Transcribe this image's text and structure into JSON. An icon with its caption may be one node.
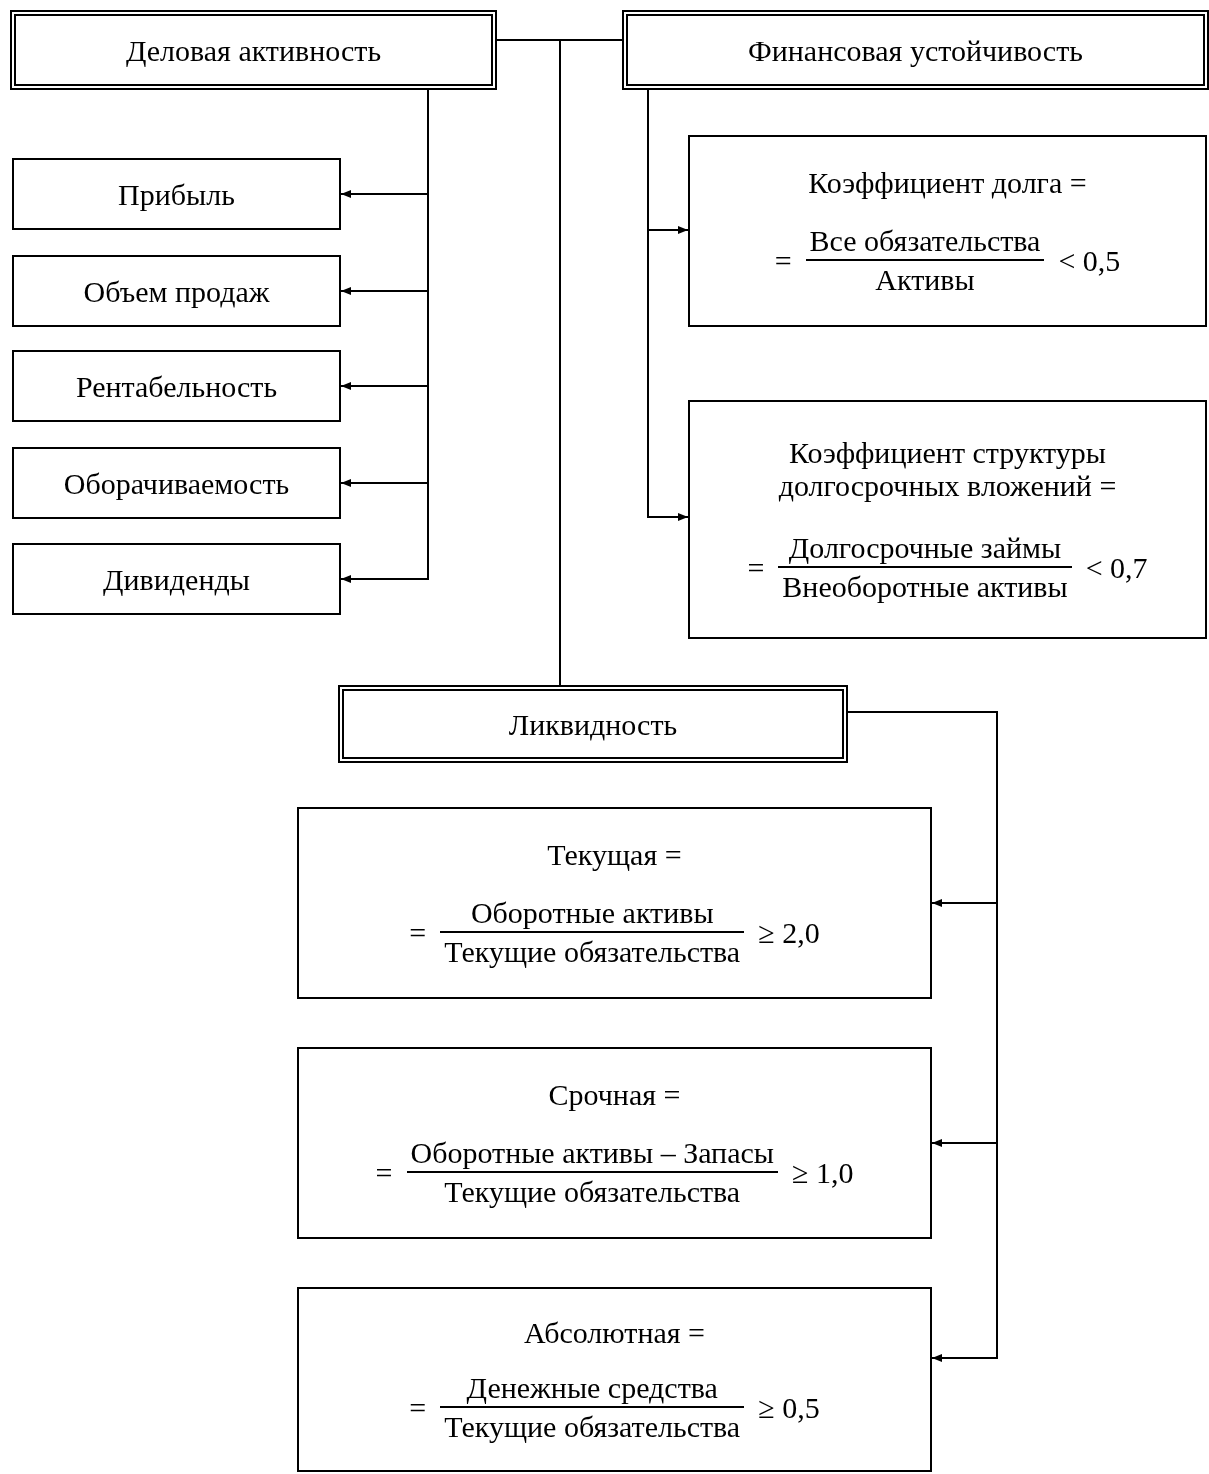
{
  "diagram": {
    "nodes": [
      {
        "text": [
          "Деловая активность"
        ]
      },
      {
        "text": [
          "Финансовая устойчивость"
        ]
      },
      {
        "text": [
          "Прибыль"
        ]
      },
      {
        "text": [
          "Объем продаж"
        ]
      },
      {
        "text": [
          "Рентабельность"
        ]
      },
      {
        "text": [
          "Оборачиваемость"
        ]
      },
      {
        "text": [
          "Дивиденды"
        ]
      },
      {
        "text": [
          "Коэффициент долга =",
          "=",
          "Все обязательства",
          "Активы",
          "< 0,5"
        ]
      },
      {
        "text": [
          "Коэффициент структуры долгосрочных вложений =",
          "=",
          "Долгосрочные займы",
          "Внеоборотные активы",
          "< 0,7"
        ]
      },
      {
        "text": [
          "Ликвидность"
        ]
      },
      {
        "text": [
          "Текущая =",
          "=",
          "Оборотные активы",
          "Текущие обязательства",
          "≥ 2,0"
        ]
      },
      {
        "text": [
          "Срочная =",
          "=",
          "Оборотные активы – Запасы",
          "Текущие обязательства",
          "≥ 1,0"
        ]
      },
      {
        "text": [
          "Абсолютная =",
          "=",
          "Денежные средства",
          "Текущие обязательства",
          "≥ 0,5"
        ]
      }
    ],
    "edges": [
      {
        "from": 0,
        "to": 1,
        "arrow": "none"
      },
      {
        "from": 0,
        "to": 9,
        "arrow": "none"
      },
      {
        "from": 0,
        "to": 2,
        "arrow": "to"
      },
      {
        "from": 0,
        "to": 3,
        "arrow": "to"
      },
      {
        "from": 0,
        "to": 4,
        "arrow": "to"
      },
      {
        "from": 0,
        "to": 5,
        "arrow": "to"
      },
      {
        "from": 0,
        "to": 6,
        "arrow": "to"
      },
      {
        "from": 1,
        "to": 7,
        "arrow": "to"
      },
      {
        "from": 1,
        "to": 8,
        "arrow": "to"
      },
      {
        "from": 9,
        "to": 10,
        "arrow": "to"
      },
      {
        "from": 9,
        "to": 11,
        "arrow": "to"
      },
      {
        "from": 9,
        "to": 12,
        "arrow": "to"
      }
    ]
  }
}
